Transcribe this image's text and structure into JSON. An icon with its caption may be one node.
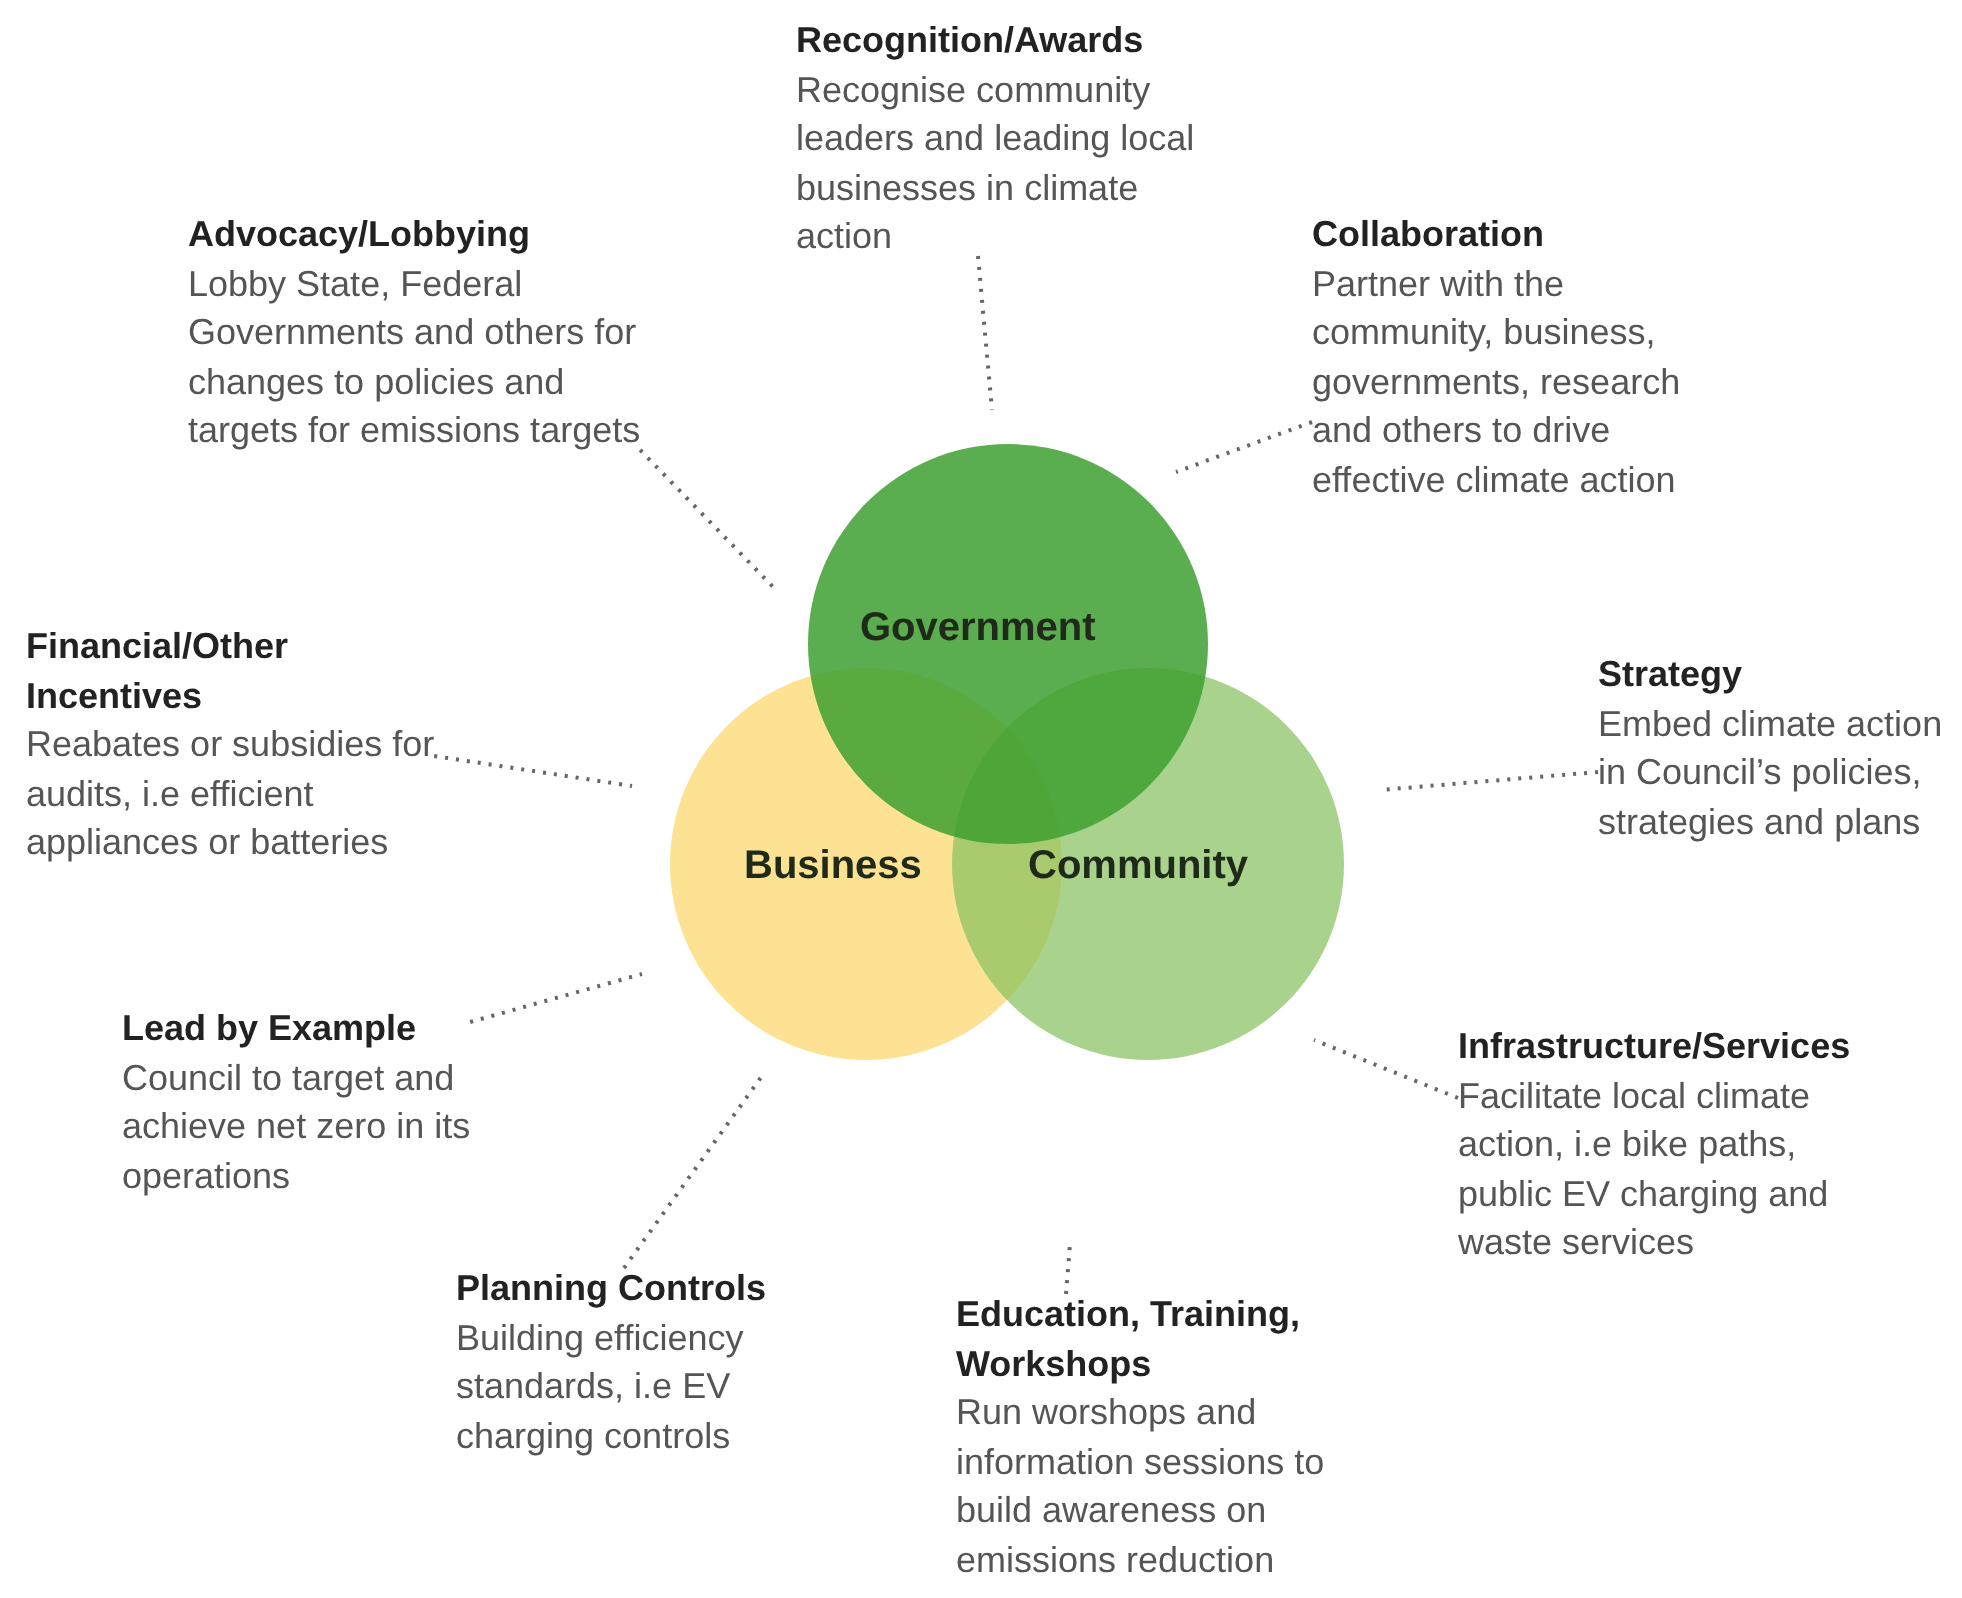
{
  "diagram": {
    "nodes": [
      {
        "text": [
          "Recognition/Awards",
          "Recognise community leaders and leading local businesses in climate action"
        ]
      },
      {
        "text": [
          "Advocacy/Lobbying",
          "Lobby State, Federal Governments and others for changes to policies and targets for emissions targets"
        ]
      },
      {
        "text": [
          "Collaboration",
          "Partner with the community, business, governments, research and others to drive effective climate action"
        ]
      },
      {
        "text": [
          "Government"
        ]
      },
      {
        "text": [
          "Financial/Other Incentives",
          "Reabates or subsidies for audits, i.e efficient appliances or batteries"
        ]
      },
      {
        "text": [
          "Strategy",
          "Embed climate action in Council’s policies, strategies and plans"
        ]
      },
      {
        "text": [
          "Business"
        ]
      },
      {
        "text": [
          "Community"
        ]
      },
      {
        "text": [
          "Lead by Example",
          "Council to target and achieve net zero in its operations"
        ]
      },
      {
        "text": [
          "Infrastructure/Services",
          "Facilitate local climate action, i.e bike paths, public EV charging and waste services"
        ]
      },
      {
        "text": [
          "Planning Controls",
          "Building efficiency standards, i.e EV charging controls"
        ]
      },
      {
        "text": [
          "Education, Training, Workshops",
          "Run worshops and information sessions to build awareness on emissions reduction"
        ]
      }
    ],
    "edges": [
      {
        "from": 0,
        "to": null,
        "arrow": "none"
      },
      {
        "from": 2,
        "to": null,
        "arrow": "none"
      },
      {
        "from": 1,
        "to": null,
        "arrow": "none"
      },
      {
        "from": 4,
        "to": null,
        "arrow": "none"
      },
      {
        "from": 5,
        "to": null,
        "arrow": "none"
      },
      {
        "from": 8,
        "to": null,
        "arrow": "none"
      },
      {
        "from": 9,
        "to": null,
        "arrow": "none"
      },
      {
        "from": 10,
        "to": null,
        "arrow": "none"
      },
      {
        "from": 11,
        "to": null,
        "arrow": "none"
      }
    ]
  }
}
